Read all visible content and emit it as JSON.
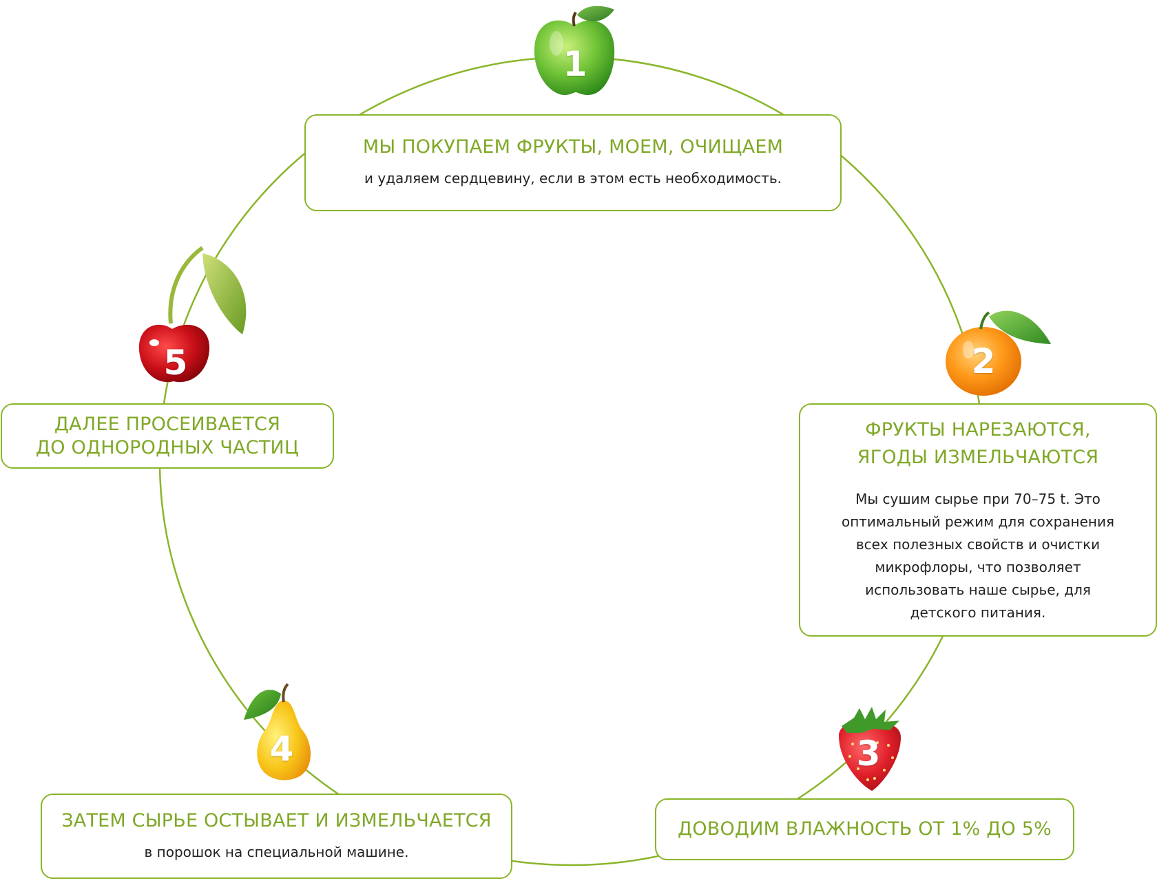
{
  "ring_color": "#8ab52a",
  "steps": [
    {
      "number": "1",
      "fruit": "green-apple-icon",
      "title": "МЫ ПОКУПАЕМ ФРУКТЫ, МОЕМ, ОЧИЩАЕМ",
      "text": "и удаляем сердцевину, если в этом есть необходимость."
    },
    {
      "number": "2",
      "fruit": "tangerine-icon",
      "title": "ФРУКТЫ НАРЕЗАЮТСЯ,\nЯГОДЫ ИЗМЕЛЬЧАЮТСЯ",
      "text": "Мы сушим сырье при 70–75 t. Это\nоптимальный режим для сохранения\nвсех полезных свойств и очистки\nмикрофлоры, что позволяет\nиспользовать наше сырье, для\nдетского питания."
    },
    {
      "number": "3",
      "fruit": "strawberry-icon",
      "title": "ДОВОДИМ ВЛАЖНОСТЬ ОТ 1% ДО 5%"
    },
    {
      "number": "4",
      "fruit": "pear-icon",
      "title": "ЗАТЕМ СЫРЬЕ ОСТЫВАЕТ И ИЗМЕЛЬЧАЕТСЯ",
      "text": "в порошок на специальной машине."
    },
    {
      "number": "5",
      "fruit": "cherry-icon",
      "title": "ДАЛЕЕ ПРОСЕИВАЕТСЯ\nДО ОДНОРОДНЫХ ЧАСТИЦ"
    }
  ]
}
